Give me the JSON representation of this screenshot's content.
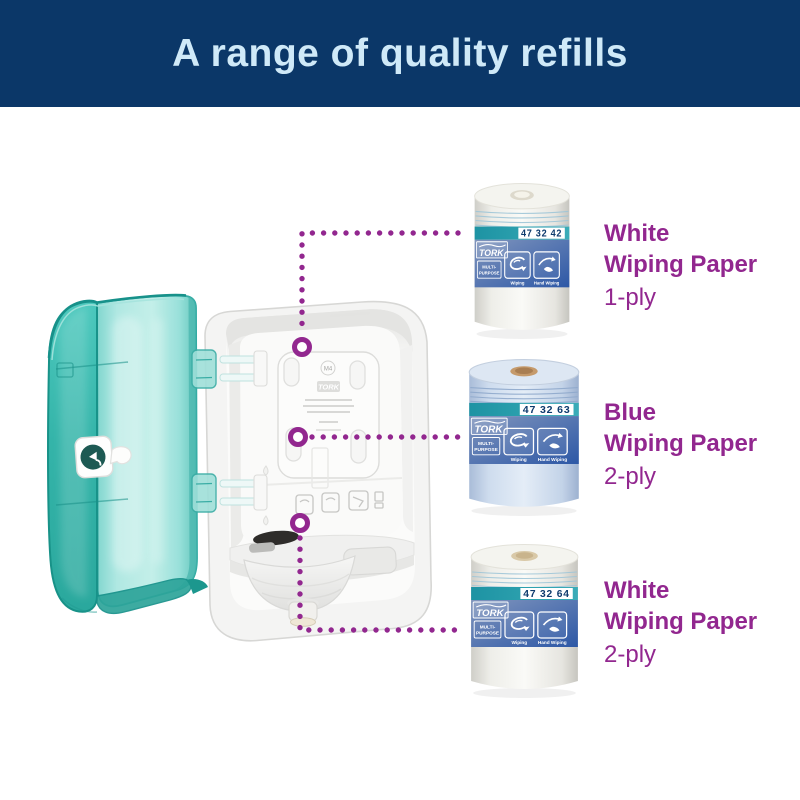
{
  "header": {
    "title": "A range of quality refills"
  },
  "colors": {
    "banner": "#0b3768",
    "title_text": "#cfe9f8",
    "accent_purple": "#92278f",
    "cover_teal": "#3cc0b5",
    "label_blue": "#2e5aa8",
    "label_teal": "#2aa0ae",
    "article_navy": "#0d3a6d"
  },
  "brand": {
    "logo": "TORK"
  },
  "dispenser": {
    "model_badge": "M4"
  },
  "refills": [
    {
      "article": "47 32 42",
      "name": [
        "White",
        "Wiping Paper"
      ],
      "ply": "1-ply",
      "category_line1": "MULTI-",
      "category_line2": "PURPOSE",
      "icon1_caption": "Wiping",
      "icon2_caption": "Hand Wiping"
    },
    {
      "article": "47 32 63",
      "name": [
        "Blue",
        "Wiping Paper"
      ],
      "ply": "2-ply",
      "category_line1": "MULTI-",
      "category_line2": "PURPOSE",
      "icon1_caption": "Wiping",
      "icon2_caption": "Hand Wiping"
    },
    {
      "article": "47 32 64",
      "name": [
        "White",
        "Wiping Paper"
      ],
      "ply": "2-ply",
      "category_line1": "MULTI-",
      "category_line2": "PURPOSE",
      "icon1_caption": "Wiping",
      "icon2_caption": "Hand Wiping"
    }
  ]
}
